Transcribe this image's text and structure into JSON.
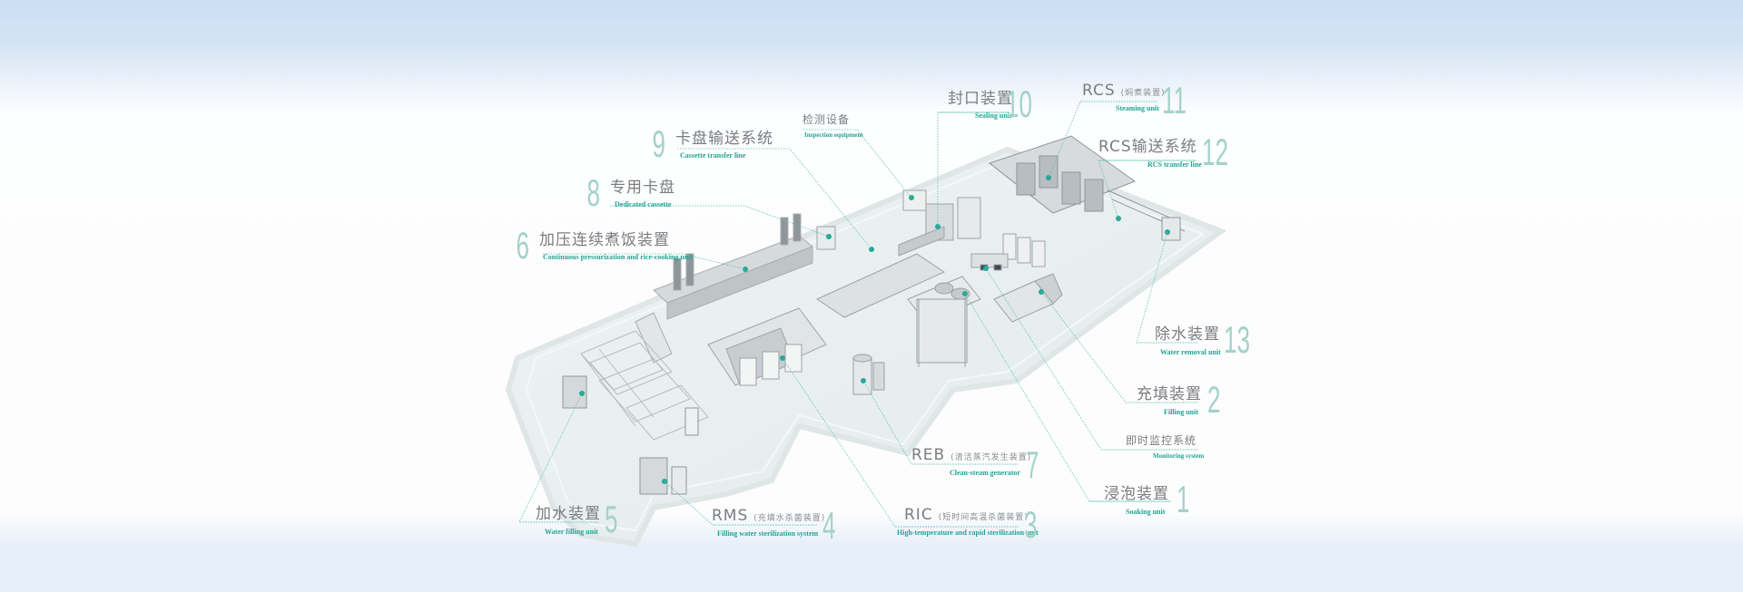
{
  "diagram": {
    "accent_color": "#1fa595",
    "number_color": "#a3d2ca",
    "text_color": "#7b7d80",
    "units": [
      {
        "id": "u1",
        "number": "1",
        "name_cn": "浸泡装置",
        "name_en": "Soaking unit"
      },
      {
        "id": "u2",
        "number": "2",
        "name_cn": "充填装置",
        "name_en": "Filling unit"
      },
      {
        "id": "u3",
        "number": "3",
        "name_cn": "RIC",
        "name_cn_note": "(短时间高温杀菌装置)",
        "name_en": "High-temperature and rapid sterilization unit"
      },
      {
        "id": "u4",
        "number": "4",
        "name_cn": "RMS",
        "name_cn_note": "(充填水杀菌装置)",
        "name_en": "Filling water sterilization system"
      },
      {
        "id": "u5",
        "number": "5",
        "name_cn": "加水装置",
        "name_en": "Water filling unit"
      },
      {
        "id": "u6",
        "number": "6",
        "name_cn": "加压连续煮饭装置",
        "name_en": "Continuous pressurization and rice-cooking unit"
      },
      {
        "id": "u7",
        "number": "7",
        "name_cn": "REB",
        "name_cn_note": "(清洁蒸汽发生装置)",
        "name_en": "Clean-steam generator"
      },
      {
        "id": "u8",
        "number": "8",
        "name_cn": "专用卡盘",
        "name_en": "Dedicated cassette"
      },
      {
        "id": "u9",
        "number": "9",
        "name_cn": "卡盘输送系统",
        "name_en": "Cassette transfer line"
      },
      {
        "id": "u10",
        "number": "10",
        "name_cn": "封口装置",
        "name_en": "Sealing unit"
      },
      {
        "id": "u11",
        "number": "11",
        "name_cn": "RCS",
        "name_cn_note": "(焖煮装置)",
        "name_en": "Steaming unit"
      },
      {
        "id": "u12",
        "number": "12",
        "name_cn": "RCS输送系统",
        "name_en": "RCS transfer line"
      },
      {
        "id": "u13",
        "number": "13",
        "name_cn": "除水装置",
        "name_en": "Water removal unit"
      }
    ],
    "extras": [
      {
        "id": "inspection",
        "name_cn": "检测设备",
        "name_en": "Inspection equipment"
      },
      {
        "id": "monitoring",
        "name_cn": "即时监控系统",
        "name_en": "Monitoring system"
      }
    ]
  }
}
